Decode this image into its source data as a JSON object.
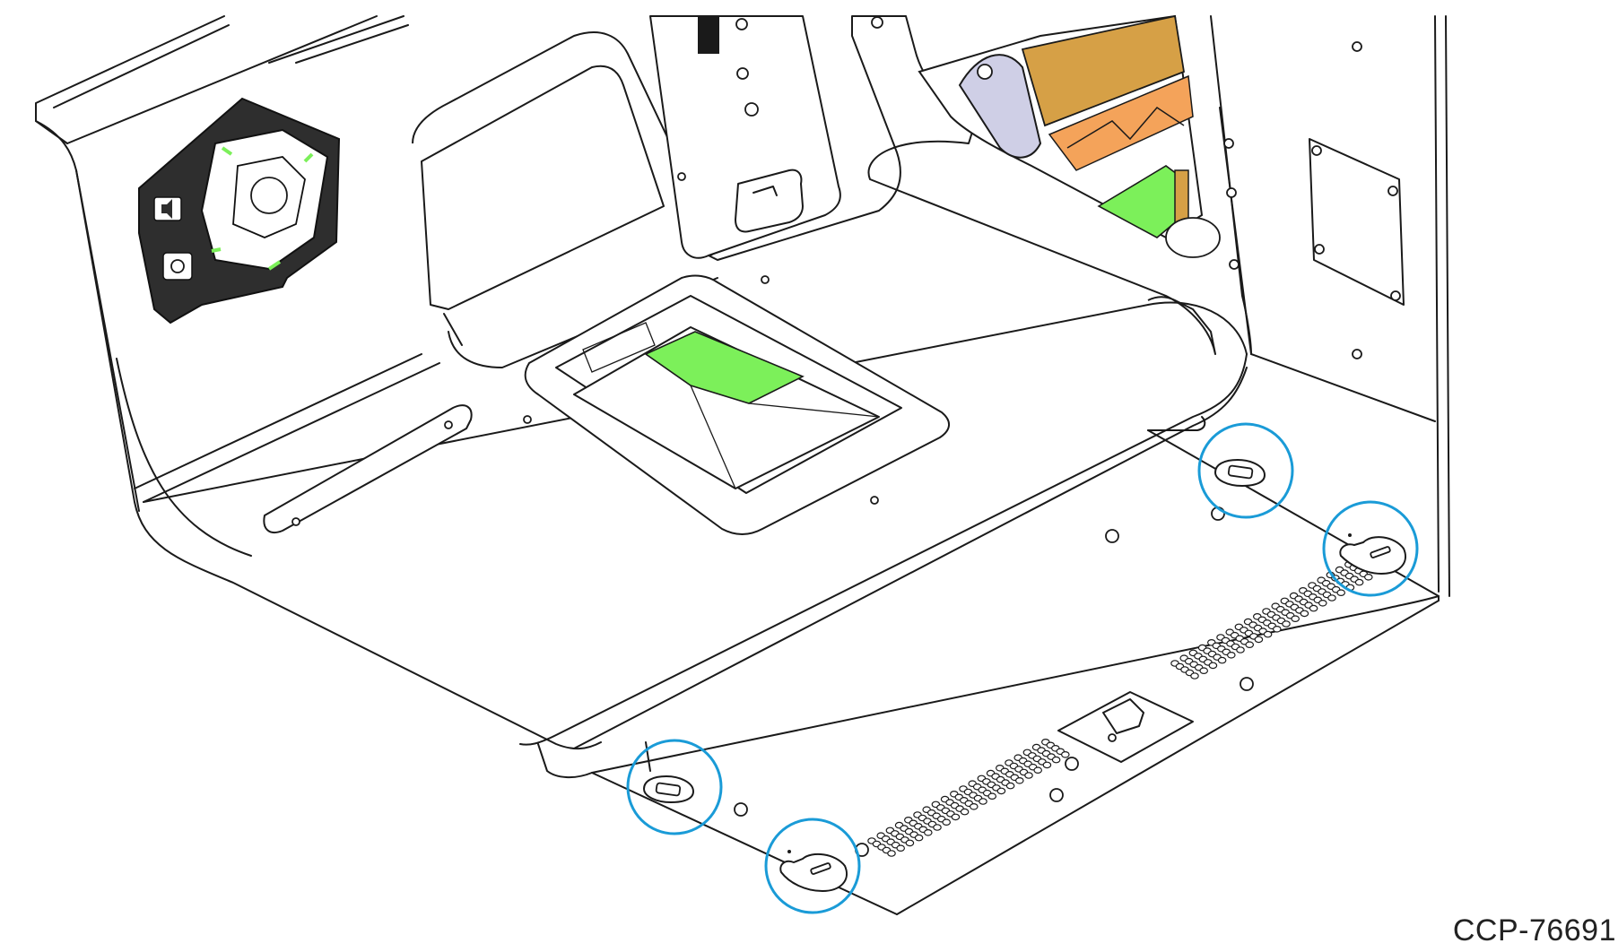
{
  "figure": {
    "caption": "CCP-76691"
  },
  "colors": {
    "callout": "#1a9bd7",
    "accent_green": "#7cf05a",
    "accent_orange": "#f4a35a",
    "accent_gold": "#d6a046",
    "accent_lavender": "#cfcfe6",
    "line": "#1a1a1a",
    "dark_panel": "#2e2e2e"
  },
  "callouts": [
    {
      "name": "mount-slot-rear-right"
    },
    {
      "name": "mount-keyhole-rear-right"
    },
    {
      "name": "mount-slot-front-left"
    },
    {
      "name": "mount-keyhole-front-left"
    }
  ]
}
